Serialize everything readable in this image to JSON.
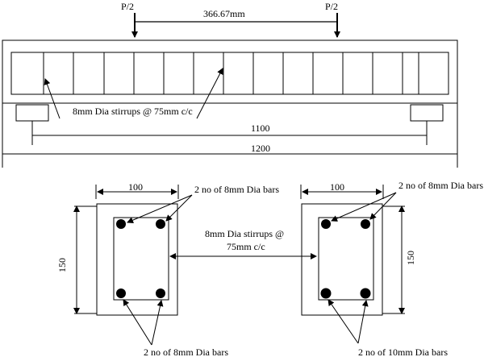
{
  "beam": {
    "load_left": "P/2",
    "load_right": "P/2",
    "load_spacing": "366.67mm",
    "stirrups_note": "8mm Dia stirrups @ 75mm c/c",
    "span_inner": "1100",
    "span_total": "1200"
  },
  "section_left": {
    "width": "100",
    "height": "150",
    "top_bars": "2 no of 8mm Dia bars",
    "bottom_bars": "2 no of 8mm Dia bars"
  },
  "section_right": {
    "width": "100",
    "height": "150",
    "top_bars": "2 no of 8mm Dia bars",
    "bottom_bars": "2 no of 10mm Dia bars"
  },
  "between_sections": {
    "stirrups_line1": "8mm Dia stirrups @",
    "stirrups_line2": "75mm c/c"
  }
}
